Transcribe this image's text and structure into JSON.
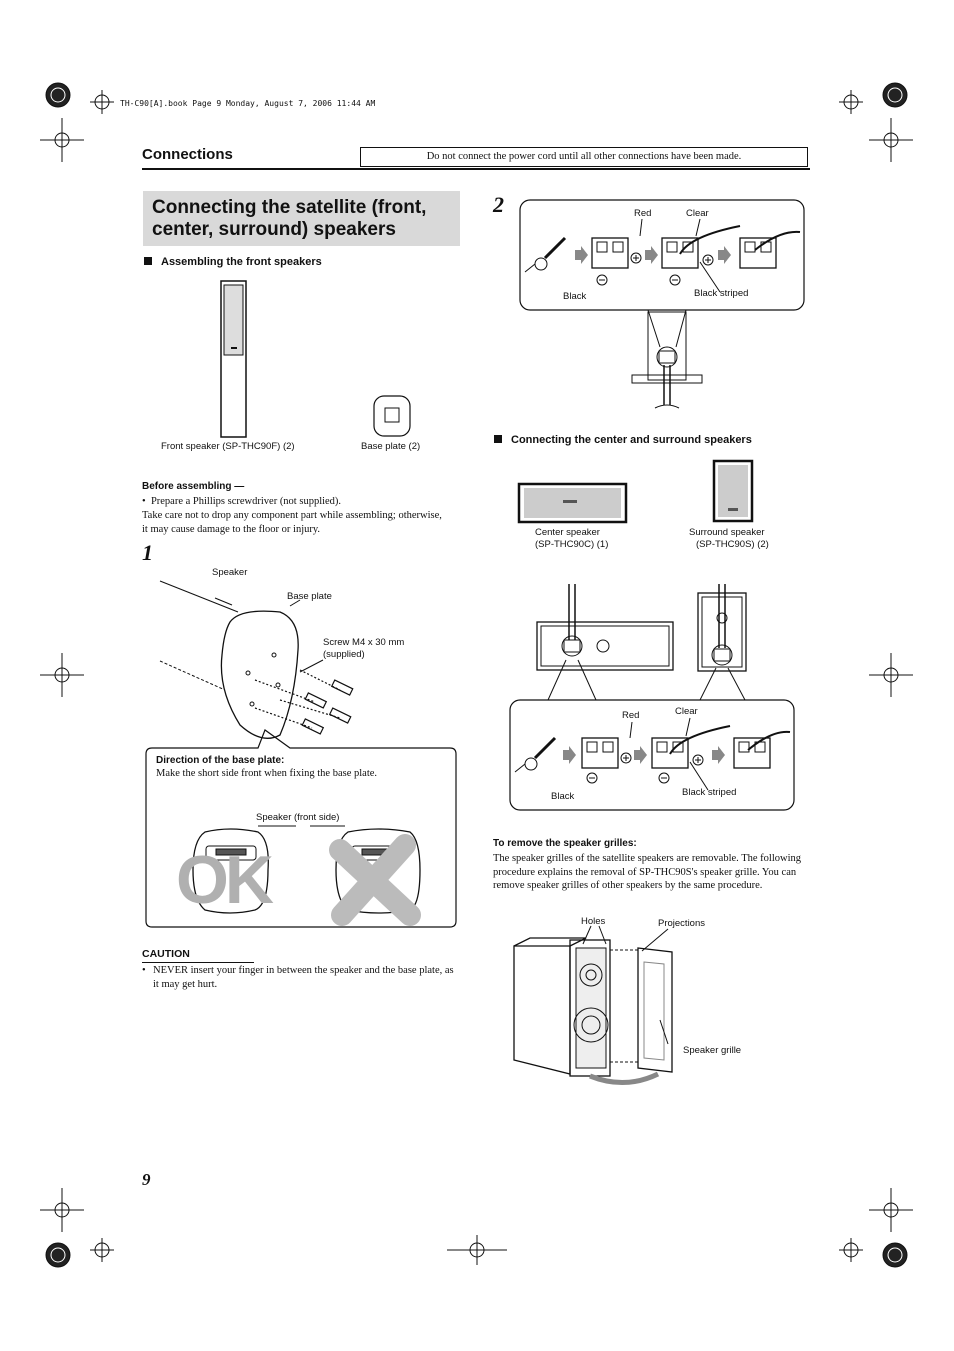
{
  "book_stamp": "TH-C90[A].book  Page 9  Monday, August 7, 2006  11:44 AM",
  "header": {
    "section": "Connections",
    "notice": "Do not connect the power cord until all other connections have been made."
  },
  "title": "Connecting the satellite (front, center, surround) speakers",
  "assembling": {
    "heading": "Assembling the front speakers",
    "front_speaker_label": "Front speaker (SP-THC90F) (2)",
    "base_plate_label": "Base plate (2)",
    "before_heading": "Before assembling —",
    "bullet": "Prepare a Phillips screwdriver (not supplied).",
    "warning": "Take care not to drop any component part while assembling; otherwise, it may cause damage to the floor or injury."
  },
  "step1": {
    "number": "1",
    "speaker_label": "Speaker",
    "base_plate_label": "Base plate",
    "screw_label_1": "Screw M4 x 30 mm",
    "screw_label_2": "(supplied)",
    "direction_heading": "Direction of the base plate:",
    "direction_text": "Make the short side front when fixing the base plate.",
    "front_side_label": "Speaker (front side)",
    "ok_mark": "OK"
  },
  "caution": {
    "heading": "CAUTION",
    "bullet": "NEVER insert your finger in between the speaker and the base plate, as it may get hurt."
  },
  "step2": {
    "number": "2",
    "red": "Red",
    "clear": "Clear",
    "black": "Black",
    "black_striped": "Black striped"
  },
  "center_surround": {
    "heading": "Connecting the center and surround speakers",
    "center_label_1": "Center speaker",
    "center_label_2": "(SP-THC90C) (1)",
    "surround_label_1": "Surround speaker",
    "surround_label_2": "(SP-THC90S) (2)",
    "red": "Red",
    "clear": "Clear",
    "black": "Black",
    "black_striped": "Black striped"
  },
  "grilles": {
    "heading": "To remove the speaker grilles:",
    "text": "The speaker grilles of the satellite speakers are removable. The following procedure explains the removal of SP-THC90S's speaker grille. You can remove speaker grilles of other speakers by the same procedure.",
    "holes": "Holes",
    "projections": "Projections",
    "speaker_grille": "Speaker grille"
  },
  "page_number": "9"
}
